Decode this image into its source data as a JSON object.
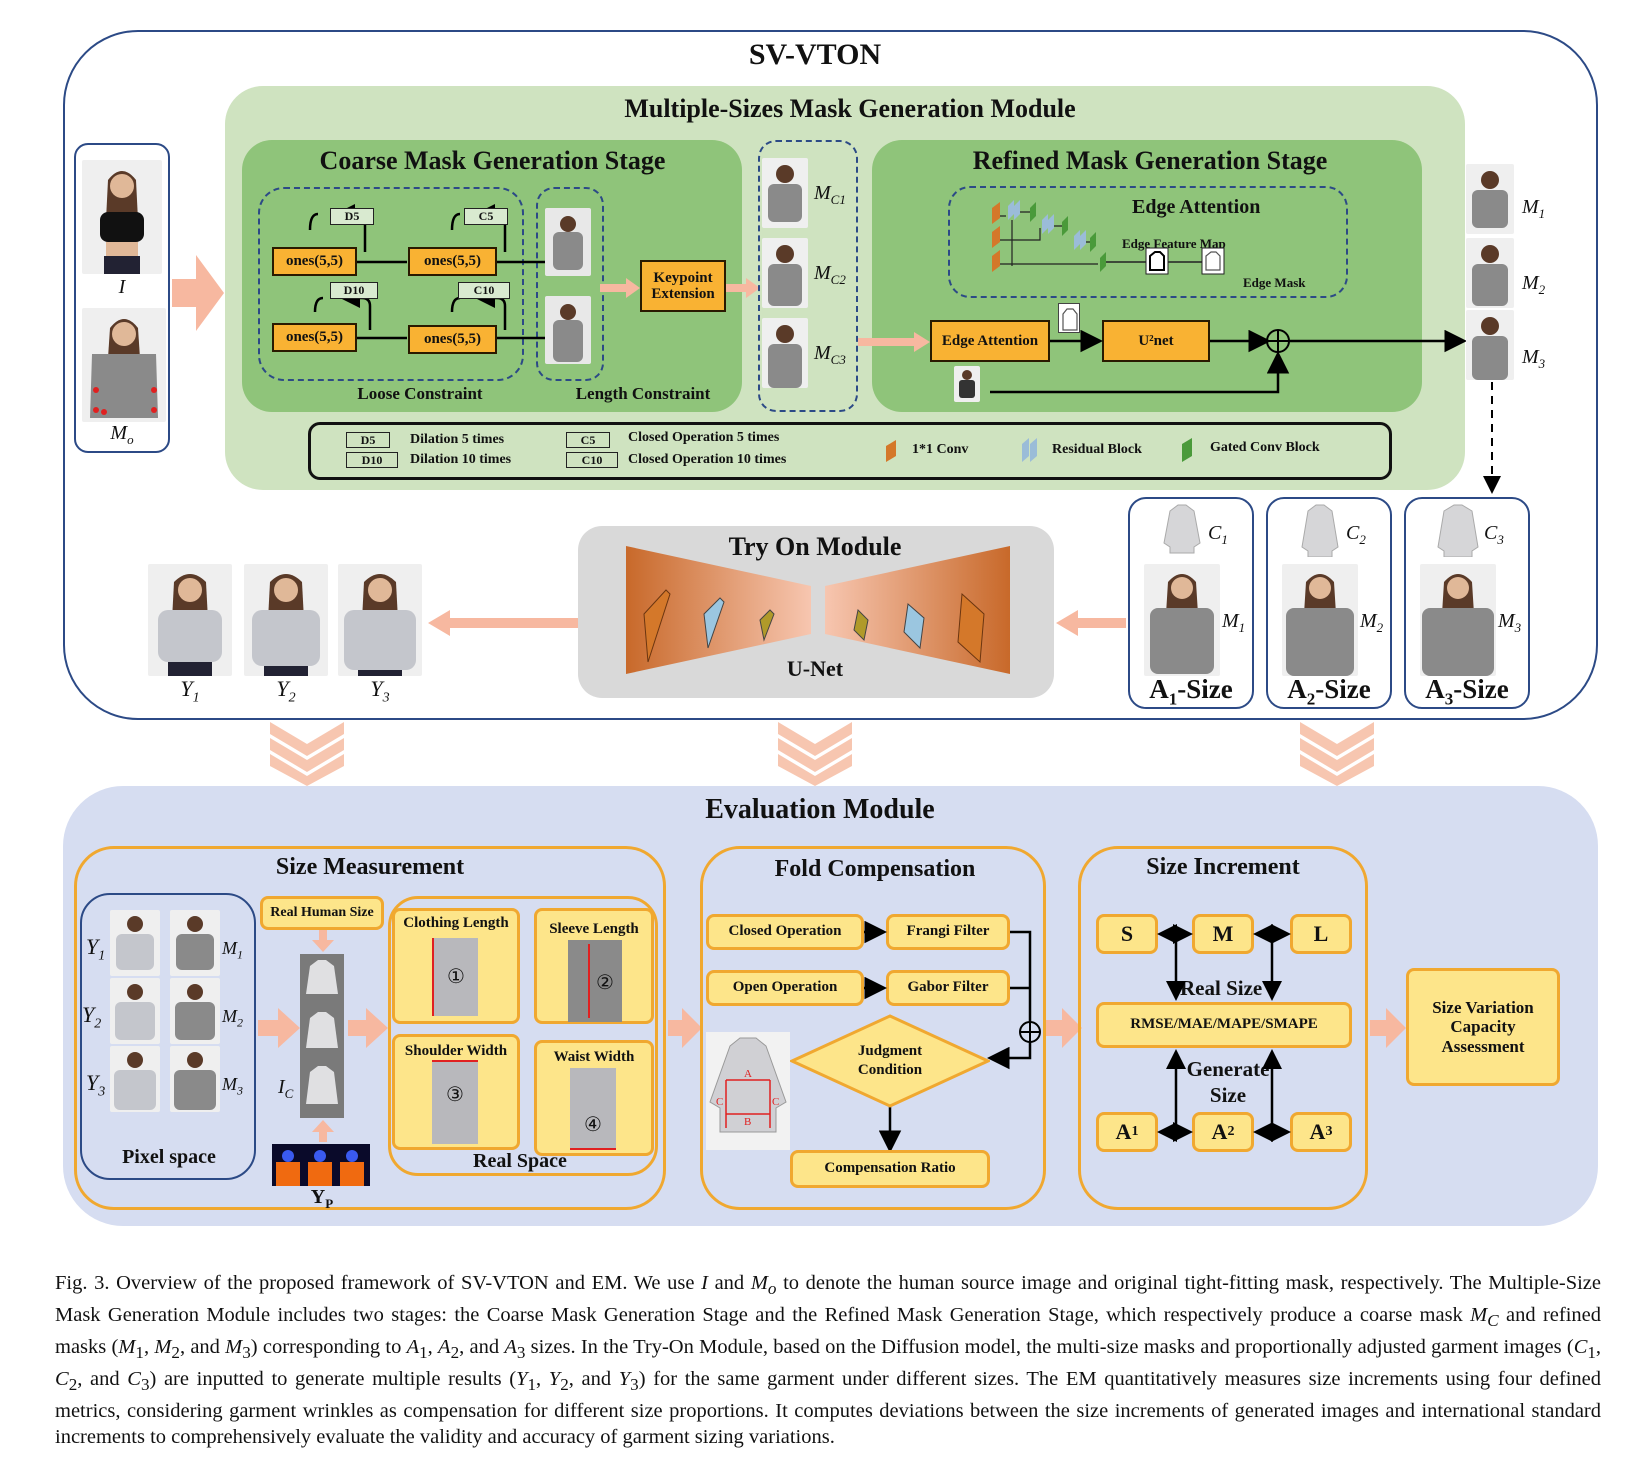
{
  "colors": {
    "sv_border": "#2c4a86",
    "green_outer": "#cfe3c0",
    "green_inner": "#8fc47a",
    "orange": "#f9b233",
    "peach": "#f7b8a0",
    "eval_bg": "#d6ddf1",
    "yellow_box": "#fde58a",
    "yellow_border": "#f0a830",
    "gray_panel": "#d9d9d9"
  },
  "sv_vton": {
    "title": "SV-VTON"
  },
  "msmg": {
    "title": "Multiple-Sizes Mask Generation Module",
    "coarse": {
      "title": "Coarse Mask Generation Stage",
      "tags": [
        "D5",
        "C5",
        "D10",
        "C10"
      ],
      "ones_labels": [
        "ones(5,5)",
        "ones(5,5)",
        "ones(5,5)",
        "ones(5,5)"
      ],
      "loose_label": "Loose Constraint",
      "length_label": "Length Constraint",
      "keypoint": "Keypoint Extension"
    },
    "mc_labels": [
      "M_C1",
      "M_C2",
      "M_C3"
    ],
    "refined": {
      "title": "Refined Mask Generation Stage",
      "edge_attention_title": "Edge Attention",
      "edge_feature_map": "Edge Feature Map",
      "edge_mask": "Edge Mask",
      "edge_attention_box": "Edge Attention",
      "unet_box": "U²net"
    },
    "legend": {
      "d5": "D5",
      "d5_text": "Dilation 5 times",
      "d10": "D10",
      "d10_text": "Dilation 10 times",
      "c5": "C5",
      "c5_text": "Closed Operation 5 times",
      "c10": "C10",
      "c10_text": "Closed Operation 10 times",
      "conv": "1*1 Conv",
      "res": "Residual Block",
      "gated": "Gated Conv Block"
    }
  },
  "inputs": {
    "i_label": "I",
    "mo_label": "M",
    "mo_sub": "o"
  },
  "m_outputs": [
    "M",
    "M",
    "M"
  ],
  "m_subs": [
    "1",
    "2",
    "3"
  ],
  "tryon": {
    "title": "Try On Module",
    "unet": "U-Net"
  },
  "y_outputs": [
    {
      "label": "Y",
      "sub": "1"
    },
    {
      "label": "Y",
      "sub": "2"
    },
    {
      "label": "Y",
      "sub": "3"
    }
  ],
  "sizes": [
    {
      "c": "C",
      "c_sub": "1",
      "m": "M",
      "m_sub": "1",
      "a": "A",
      "a_sub": "1",
      "suffix": "-Size"
    },
    {
      "c": "C",
      "c_sub": "2",
      "m": "M",
      "m_sub": "2",
      "a": "A",
      "a_sub": "2",
      "suffix": "-Size"
    },
    {
      "c": "C",
      "c_sub": "3",
      "m": "M",
      "m_sub": "3",
      "a": "A",
      "a_sub": "3",
      "suffix": "-Size"
    }
  ],
  "evaluation": {
    "title": "Evaluation Module",
    "size_measurement": {
      "title": "Size Measurement",
      "pixel_space": "Pixel space",
      "real_human_size": "Real Human Size",
      "ic": "I",
      "ic_sub": "C",
      "yp": "Y",
      "yp_sub": "P",
      "real_space": "Real Space",
      "measures": [
        "Clothing Length",
        "Sleeve Length",
        "Shoulder Width",
        "Waist Width"
      ],
      "nums": [
        "①",
        "②",
        "③",
        "④"
      ]
    },
    "fold": {
      "title": "Fold Compensation",
      "closed_op": "Closed Operation",
      "frangi": "Frangi Filter",
      "open_op": "Open Operation",
      "gabor": "Gabor Filter",
      "judgment": "Judgment Condition",
      "compensation": "Compensation Ratio",
      "garment_letters": [
        "A",
        "B",
        "C",
        "C"
      ]
    },
    "increment": {
      "title": "Size Increment",
      "s": "S",
      "m": "M",
      "l": "L",
      "real_size": "Real Size",
      "metrics": "RMSE/MAE/MAPE/SMAPE",
      "generate_size": "Generate Size",
      "a": [
        "A",
        "A",
        "A"
      ],
      "a_subs": [
        "1",
        "2",
        "3"
      ]
    },
    "assessment": "Size Variation Capacity Assessment"
  },
  "caption": {
    "p1": "Fig. 3.  Overview of the proposed framework of SV-VTON and EM. We use ",
    "i": "I",
    "p2": " and ",
    "mo": "M",
    "mo_sub": "o",
    "p3": " to denote the human source image and original tight-fitting mask, respectively. The Multiple-Size Mask Generation Module includes two stages: the Coarse Mask Generation Stage and the Refined Mask Generation Stage, which respectively produce a coarse mask ",
    "mc": "M",
    "mc_sub": "C",
    "p4": " and refined masks (",
    "m1": "M",
    "p5": ", ",
    "p6": ", and ",
    "p7": ") corresponding to ",
    "p8": " sizes. In the Try-On Module, based on the Diffusion model, the multi-size masks and proportionally adjusted garment images (",
    "p9": ") are inputted to generate multiple results (",
    "p10": ") for the same garment under different sizes. The EM quantitatively measures size increments using four defined metrics, considering garment wrinkles as compensation for different size proportions. It computes deviations between the size increments of generated images and international standard increments to comprehensively evaluate the validity and accuracy of garment sizing variations."
  }
}
